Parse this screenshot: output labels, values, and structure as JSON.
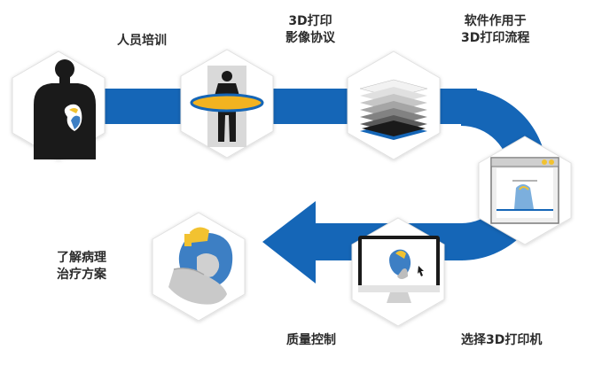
{
  "steps": [
    {
      "id": "training",
      "icon": "person-heart-icon",
      "lines": [
        "人员培训"
      ]
    },
    {
      "id": "imaging",
      "icon": "ct-scanner-icon",
      "lines": [
        "3D打印",
        "影像协议"
      ]
    },
    {
      "id": "software",
      "icon": "layer-stack-icon",
      "lines": [
        "软件作用于",
        "3D打印流程"
      ]
    },
    {
      "id": "printer",
      "icon": "3d-printer-icon",
      "lines": []
    },
    {
      "id": "select",
      "icon": "computer-monitor-icon",
      "lines": [
        "选择3D打印机"
      ]
    },
    {
      "id": "quality",
      "icon": "hand-heart-model-icon",
      "lines": [
        "质量控制"
      ]
    },
    {
      "id": "treatment",
      "icon": "",
      "lines": [
        "了解病理",
        "治疗方案"
      ]
    }
  ],
  "colors": {
    "flow_arrow": "#1566b7",
    "hexagon_fill": "#ffffff",
    "hexagon_stroke": "#d9d9d9",
    "silhouette": "#1a1a1a",
    "scanner_ring": "#f2b320",
    "heart_blue": "#3d7fc4",
    "heart_yellow": "#f2c230",
    "label_text": "#2b2b2b"
  }
}
